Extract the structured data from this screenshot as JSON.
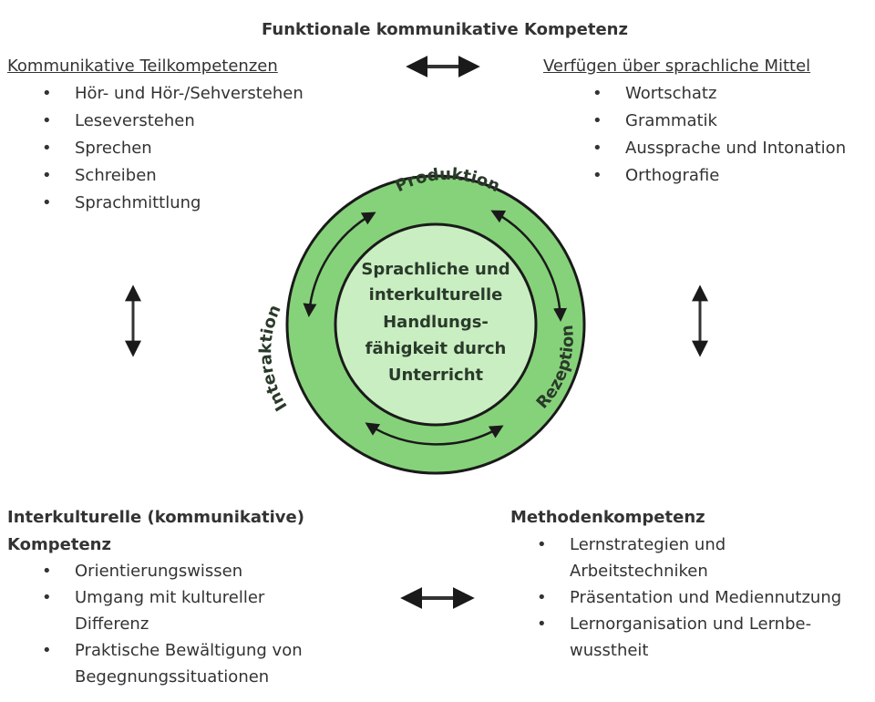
{
  "title": "Funktionale kommunikative Kompetenz",
  "top_left": {
    "heading": "Kommunikative Teilkompetenzen",
    "items": [
      "Hör- und Hör-/Sehverstehen",
      "Leseverstehen",
      "Sprechen",
      "Schreiben",
      "Sprachmittlung"
    ]
  },
  "top_right": {
    "heading": "Verfügen über sprachliche Mittel",
    "items": [
      "Wortschatz",
      "Grammatik",
      "Aussprache und Intonation",
      "Orthografie"
    ]
  },
  "center": {
    "lines": [
      "Sprachliche und",
      "interkulturelle",
      "Handlungs-",
      "fähigkeit durch",
      "Unterricht"
    ],
    "ring_labels": {
      "top": "Produktion",
      "right": "Rezeption",
      "left": "Interaktion"
    },
    "colors": {
      "outer_ring": "#86d27a",
      "inner_disc": "#c9eec2",
      "stroke": "#1a1a1a",
      "text": "#2a3a2a"
    }
  },
  "bottom_left": {
    "heading_line1": "Interkulturelle (kommunikative)",
    "heading_line2": "Kompetenz",
    "items": [
      [
        "Orientierungswissen"
      ],
      [
        "Umgang mit kultureller",
        "Differenz"
      ],
      [
        "Praktische Bewältigung von",
        "Begegnungssituationen"
      ]
    ]
  },
  "bottom_right": {
    "heading": "Methodenkompetenz",
    "items": [
      [
        "Lernstrategien und",
        "Arbeitstechniken"
      ],
      [
        "Präsentation und Mediennutzung"
      ],
      [
        "Lernorganisation und Lernbe-",
        "wusstheit"
      ]
    ]
  }
}
